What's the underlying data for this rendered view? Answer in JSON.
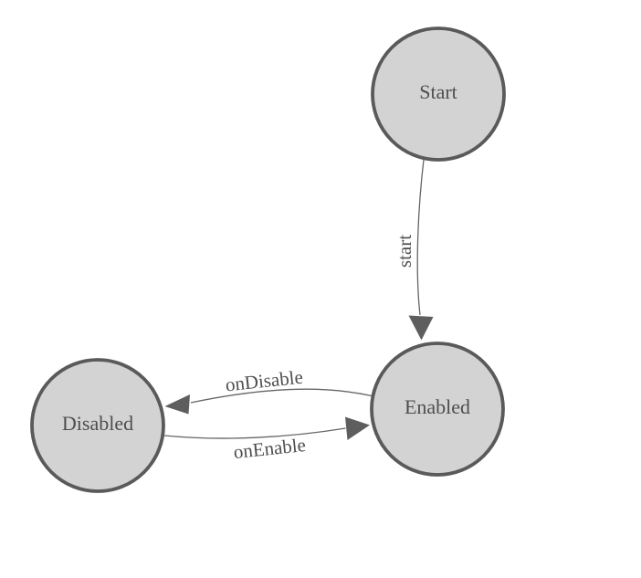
{
  "diagram": {
    "type": "state-machine-diagram",
    "background": "#ffffff",
    "colors": {
      "node_fill": "#d3d3d4",
      "node_stroke": "#5a5a5a",
      "edge_stroke": "#666666",
      "arrowhead_fill": "#5e5e5e",
      "label_text": "#4e4e50"
    },
    "nodes": [
      {
        "id": "start",
        "label": "Start"
      },
      {
        "id": "enabled",
        "label": "Enabled"
      },
      {
        "id": "disabled",
        "label": "Disabled"
      }
    ],
    "edges": [
      {
        "from": "Start",
        "to": "Enabled",
        "label": "start"
      },
      {
        "from": "Enabled",
        "to": "Disabled",
        "label": "onDisable"
      },
      {
        "from": "Disabled",
        "to": "Enabled",
        "label": "onEnable"
      }
    ]
  }
}
